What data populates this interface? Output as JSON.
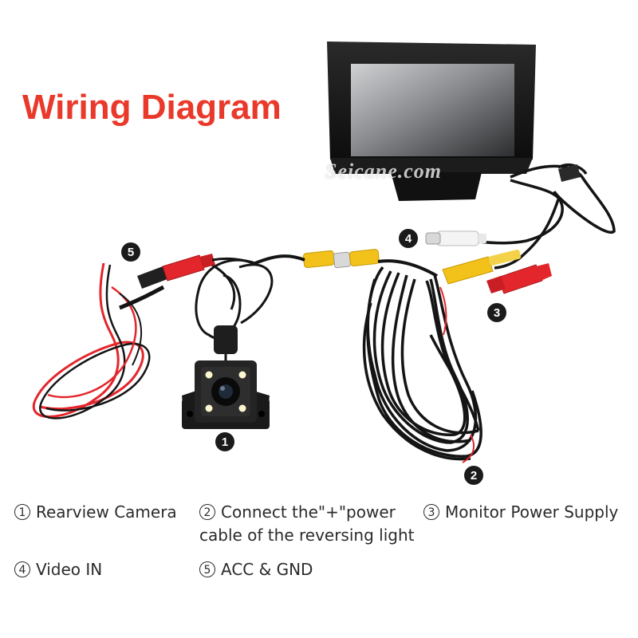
{
  "title": "Wiring Diagram",
  "watermark": "Seicane.com",
  "markers": [
    "5",
    "4",
    "3",
    "1",
    "2"
  ],
  "legend": [
    {
      "num": "1",
      "text": "Rearview Camera"
    },
    {
      "num": "2",
      "line1": "Connect the\"+\"power",
      "line2": "cable of the reversing light"
    },
    {
      "num": "3",
      "text": "Monitor Power Supply"
    },
    {
      "num": "4",
      "text": "Video IN"
    },
    {
      "num": "5",
      "text": "ACC & GND"
    }
  ],
  "colors": {
    "title": "#e9392b",
    "rca_yellow": "#f2c21a",
    "power_red": "#e3262c",
    "cable": "#141414",
    "rca_white": "#f4f4f4"
  }
}
